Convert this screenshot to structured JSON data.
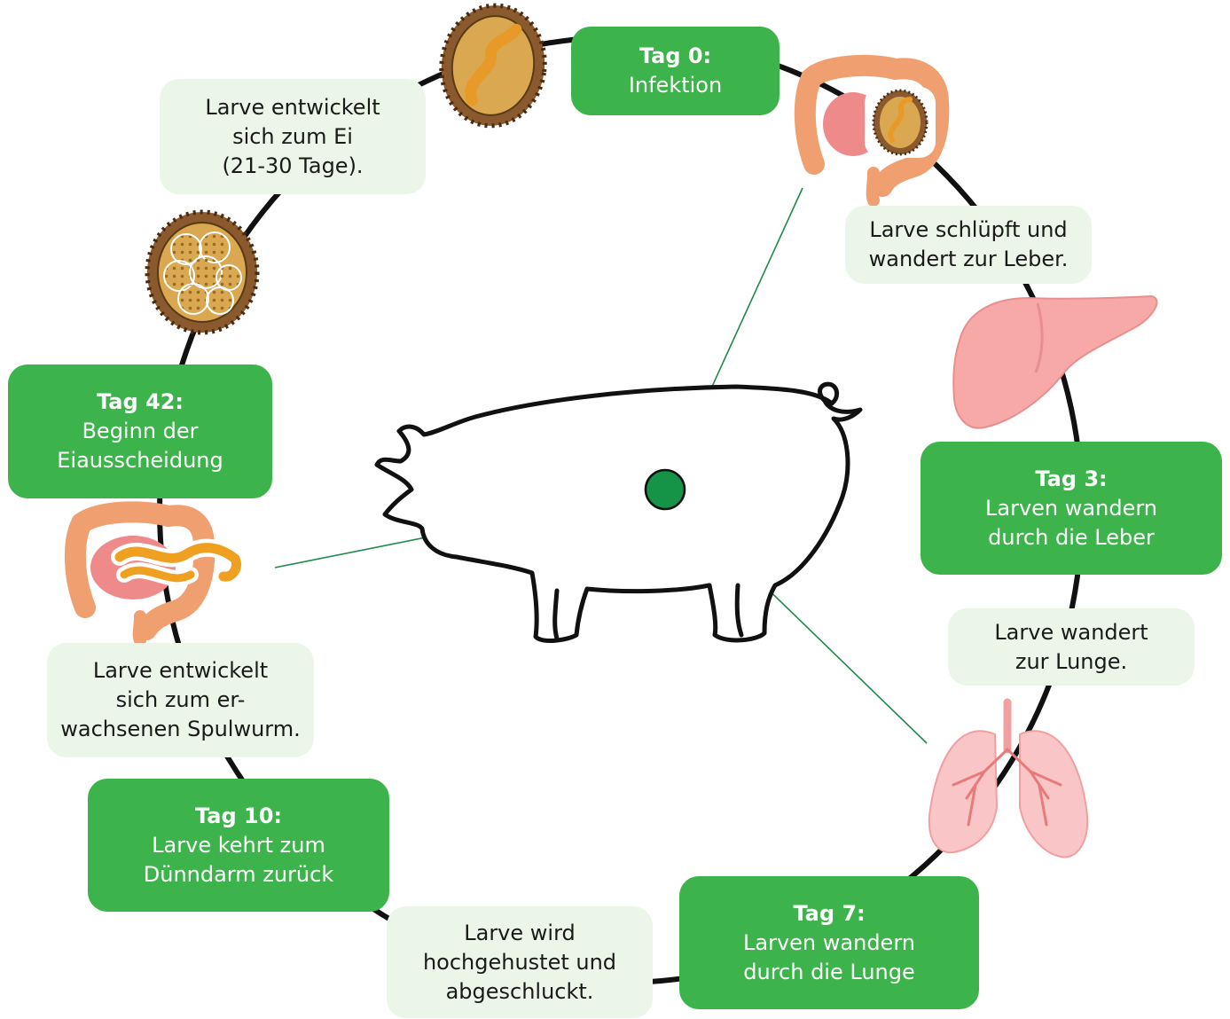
{
  "colors": {
    "stage_box": "#3cb44b",
    "note_box": "#ebf5e8",
    "cycle_ring": "#111111",
    "pointer_line": "#1f8a4c",
    "pointer_dot": "#159447"
  },
  "stages": [
    {
      "title": "Tag 0:",
      "lines": [
        "Infektion"
      ]
    },
    {
      "title": "Tag 3:",
      "lines": [
        "Larven wandern",
        "durch die Leber"
      ]
    },
    {
      "title": "Tag 7:",
      "lines": [
        "Larven wandern",
        "durch die Lunge"
      ]
    },
    {
      "title": "Tag 10:",
      "lines": [
        "Larve kehrt zum",
        "Dünndarm zurück"
      ]
    },
    {
      "title": "Tag 42:",
      "lines": [
        "Beginn der",
        "Eiausscheidung"
      ]
    }
  ],
  "notes": [
    {
      "lines": [
        "Larve schlüpft und",
        "wandert zur Leber."
      ]
    },
    {
      "lines": [
        "Larve wandert",
        "zur Lunge."
      ]
    },
    {
      "lines": [
        "Larve wird",
        "hochgehustet und",
        "abgeschluckt."
      ]
    },
    {
      "lines": [
        "Larve entwickelt",
        "sich zum er-",
        "wachsenen Spulwurm."
      ]
    },
    {
      "lines": [
        "Larve entwickelt",
        "sich zum Ei",
        "(21-30 Tage)."
      ]
    }
  ],
  "illustrations": [
    "embryonated-egg-icon",
    "intestine-with-egg-icon",
    "liver-icon",
    "lungs-icon",
    "intestine-with-worm-icon",
    "egg-cluster-icon",
    "pig-outline-icon"
  ]
}
